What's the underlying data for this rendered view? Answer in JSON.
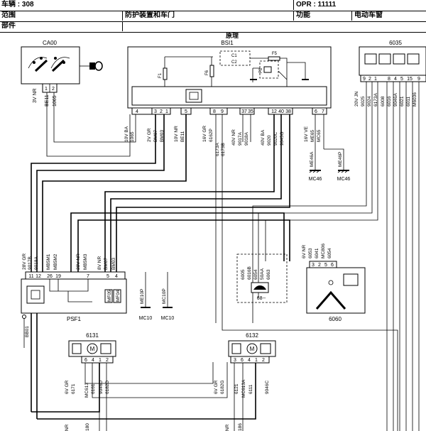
{
  "header": {
    "vehicle": "车辆 : 308",
    "opr": "OPR : 11111",
    "scope_label": "范围",
    "scope_value": "防护装置和车门",
    "function_label": "功能",
    "function_value": "电动车窗",
    "parts_label": "部件"
  },
  "diagram": {
    "title": "原理",
    "components": {
      "ca00": {
        "id": "CA00",
        "pins": [
          "1",
          "2"
        ],
        "wires": [
          "BE11",
          "1065"
        ],
        "spec": "3V NR"
      },
      "bsi1": {
        "id": "BSI1",
        "relay_labels": [
          "C1",
          "C2",
          "F5",
          "F1",
          "F6",
          "F3"
        ],
        "pins": [
          "4",
          "3",
          "2",
          "1",
          "5",
          "8",
          "9",
          "37",
          "35",
          "12",
          "40",
          "38",
          "6",
          "7",
          "8"
        ],
        "wires": [
          "1065",
          "BE11",
          "BM07",
          "BM03",
          "BE11",
          "6162P",
          "6173A",
          "6173B",
          "9018A",
          "9017A",
          "9020",
          "9020C",
          "9045G",
          "MC65",
          "ME65"
        ],
        "specs": [
          "10V BA",
          "2V GR",
          "10V NR",
          "16V GR",
          "40V NR",
          "40V BA",
          "16V VE"
        ]
      },
      "g6035": {
        "id": "6035",
        "pins": [
          "9",
          "2",
          "1",
          "8",
          "4",
          "5",
          "15",
          "9"
        ],
        "wires": [
          "9025",
          "9024",
          "6173A",
          "6008",
          "6016",
          "9046A",
          "6021",
          "6011",
          "M6036"
        ],
        "spec": "20V JN"
      },
      "grounds_top": [
        "ME46A",
        "ME46P",
        "MC46",
        "MC46"
      ],
      "psf1": {
        "id": "PSF1",
        "pins": [
          "11",
          "12",
          "26",
          "19",
          "7",
          "5",
          "4"
        ],
        "wires": [
          "9017B",
          "9018A",
          "MB5M1",
          "MB5M2",
          "MB5M3",
          "BM07",
          "BM03"
        ],
        "specs": [
          "28V GR",
          "28V NR",
          "8V NR"
        ],
        "inner": [
          "MF05",
          "MF04"
        ],
        "bb": "BB01"
      },
      "grounds_psf": [
        "ME10P",
        "MC10P",
        "MC10",
        "MC10"
      ],
      "g68": {
        "id": "68--",
        "wires": [
          "6005",
          "6016B",
          "6054",
          "50AA",
          "6063"
        ]
      },
      "g6060": {
        "id": "6060",
        "pins": [
          "3",
          "2",
          "5",
          "6"
        ],
        "wires": [
          "6053",
          "6041",
          "MC806",
          "6054"
        ],
        "spec": "6V NR"
      },
      "g6131": {
        "id": "6131",
        "pins": [
          "6",
          "4",
          "1",
          "2"
        ],
        "wires": [
          "6171",
          "MC613",
          "6161",
          "9046D",
          "6182D"
        ],
        "spec": "6V GR"
      },
      "g6132": {
        "id": "6132",
        "pins": [
          "3",
          "6",
          "4",
          "1",
          "2"
        ],
        "wires": [
          "6182G",
          "6121",
          "MC613A",
          "6111",
          "9046C"
        ],
        "spec": "6V GR"
      },
      "bottom_labels": [
        "NR",
        "180",
        "NR",
        "186"
      ]
    }
  }
}
